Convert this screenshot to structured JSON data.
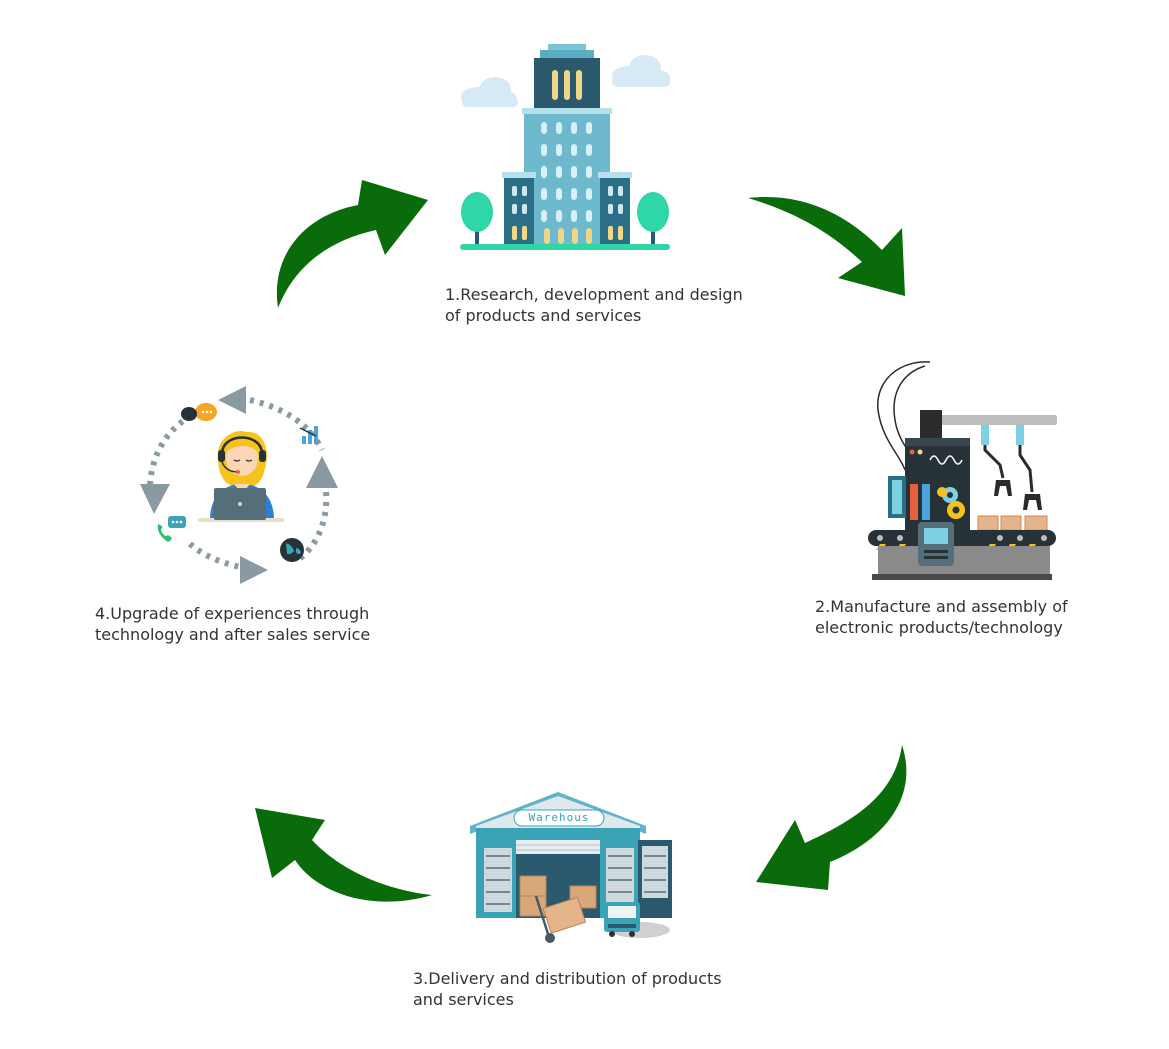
{
  "steps": [
    {
      "id": 1,
      "line1": "1.Research, development and design",
      "line2": "of products and services",
      "icon": "office-building-icon"
    },
    {
      "id": 2,
      "line1": "2.Manufacture and assembly of",
      "line2": "electronic products/technology",
      "icon": "factory-robot-arm-icon"
    },
    {
      "id": 3,
      "line1": "3.Delivery and distribution of products",
      "line2": "and services",
      "icon": "warehouse-icon"
    },
    {
      "id": 4,
      "line1": "4.Upgrade of experiences through",
      "line2": "technology and after sales service",
      "icon": "customer-support-agent-icon"
    }
  ],
  "warehouse_sign": "Warehous",
  "colors": {
    "arrow": "#0a6b0a",
    "text": "#333333",
    "teal": "#3aa3b5",
    "dark": "#2b5a6e"
  }
}
